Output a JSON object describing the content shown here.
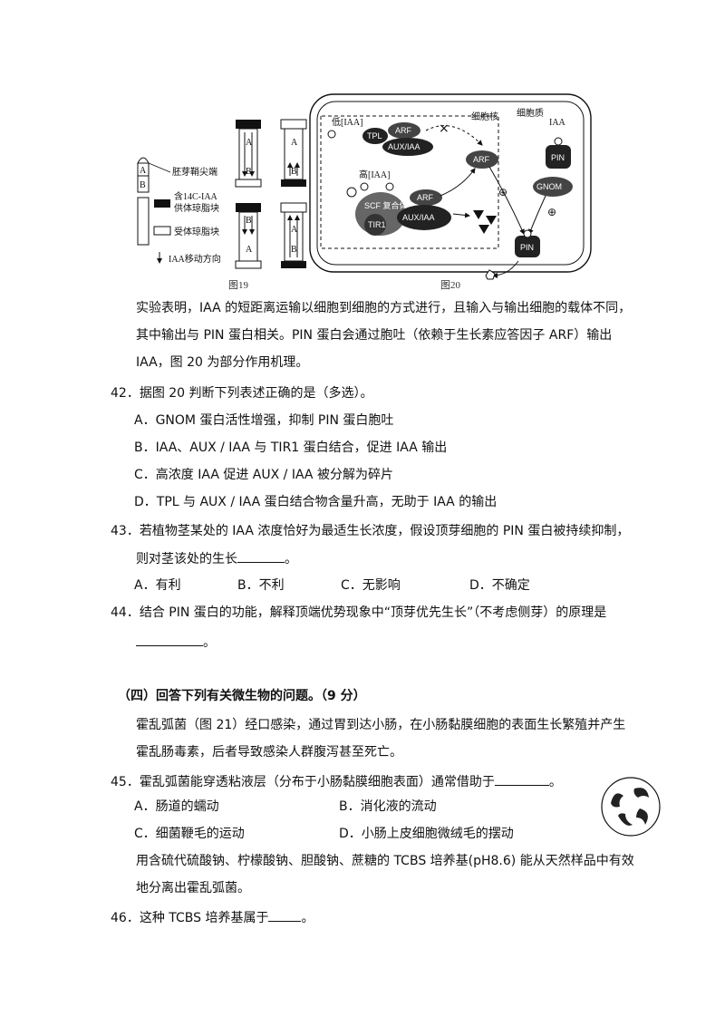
{
  "figure": {
    "fig19_caption": "图19",
    "fig20_caption": "图20",
    "legend": {
      "tip": "胚芽鞘尖端",
      "donor_line1": "含14C-IAA",
      "donor_line2": "供体琼脂块",
      "receiver": "受体琼脂块",
      "arrow": "IAA移动方向"
    },
    "block_labels": {
      "a": "A",
      "b": "B"
    },
    "cell": {
      "nucleus": "细胞核",
      "cytoplasm": "细胞质",
      "low_iaa": "低[IAA]",
      "high_iaa": "高[IAA]",
      "tpl": "TPL",
      "arf": "ARF",
      "aux_iaa": "AUX/IAA",
      "scf": "SCF 复合体",
      "tir1": "TIR1",
      "iaa": "IAA",
      "pin": "PIN",
      "gnom": "GNOM"
    }
  },
  "intro": {
    "line1": "实验表明，IAA 的短距离运输以细胞到细胞的方式进行，且输入与输出细胞的载体不同，",
    "line2": "其中输出与 PIN 蛋白相关。PIN 蛋白会通过胞吐（依赖于生长素应答因子 ARF）输出",
    "line3": "IAA，图 20 为部分作用机理。"
  },
  "q42": {
    "stem": "42．据图 20 判断下列表述正确的是（多选）。",
    "A": "A．GNOM 蛋白活性增强，抑制 PIN 蛋白胞吐",
    "B": "B．IAA、AUX / IAA 与 TIR1 蛋白结合，促进 IAA 输出",
    "C": "C．高浓度 IAA 促进 AUX / IAA 被分解为碎片",
    "D": "D．TPL 与 AUX / IAA 蛋白结合物含量升高，无助于 IAA 的输出"
  },
  "q43": {
    "stem": "43．若植物茎某处的 IAA 浓度恰好为最适生长浓度，假设顶芽细胞的 PIN 蛋白被持续抑制，",
    "stem2a": "则对茎该处的生长",
    "stem2b": "。",
    "A": "A．有利",
    "B": "B．不利",
    "C": "C．无影响",
    "D": "D．不确定"
  },
  "q44": {
    "stem": "44．结合 PIN 蛋白的功能，解释顶端优势现象中“顶芽优先生长”（不考虑侧芽）的原理是",
    "end": "。"
  },
  "section4": {
    "heading": "（四）回答下列有关微生物的问题。（9 分）",
    "intro1": "霍乱弧菌（图 21）经口感染，通过胃到达小肠，在小肠黏膜细胞的表面生长繁殖并产生",
    "intro2": "霍乱肠毒素，后者导致感染人群腹泻甚至死亡。"
  },
  "q45": {
    "stem": "45．霍乱弧菌能穿透粘液层（分布于小肠黏膜细胞表面）通常借助于",
    "end": "。",
    "A": "A．肠道的蠕动",
    "B": "B．消化液的流动",
    "C": "C．细菌鞭毛的运动",
    "D": "D．小肠上皮细胞微绒毛的摆动"
  },
  "tcbs": {
    "line1": "用含硫代硫酸钠、柠檬酸钠、胆酸钠、蔗糖的 TCBS 培养基(pH8.6) 能从天然样品中有效",
    "line2": "地分离出霍乱弧菌。"
  },
  "q46": {
    "stem": "46．这种 TCBS 培养基属于",
    "end": "。"
  }
}
